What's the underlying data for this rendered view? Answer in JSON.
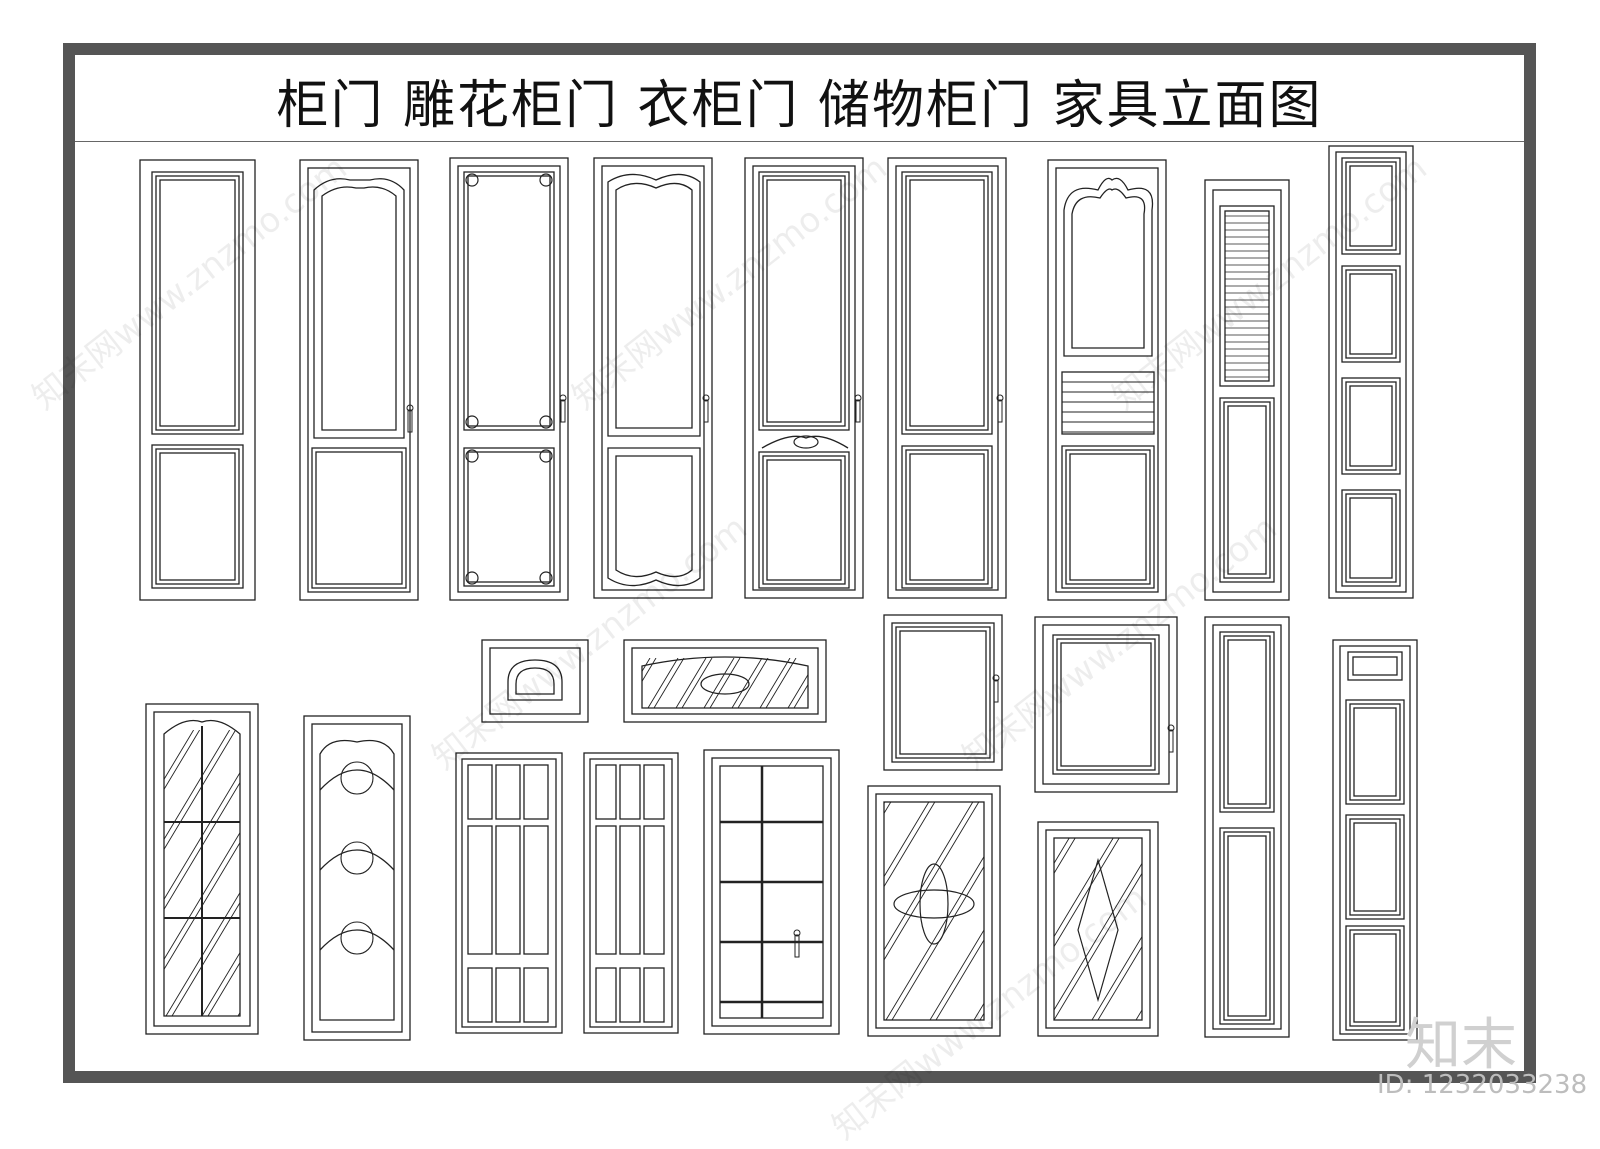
{
  "header": {
    "title": "柜门 雕花柜门 衣柜门 储物柜门 家具立面图"
  },
  "watermark": {
    "logo": "知末",
    "id": "ID: 1232033238",
    "site": "知末网www.znzmo.com"
  },
  "colors": {
    "frame": "#555555",
    "line": "#222222",
    "paper": "#ffffff"
  }
}
